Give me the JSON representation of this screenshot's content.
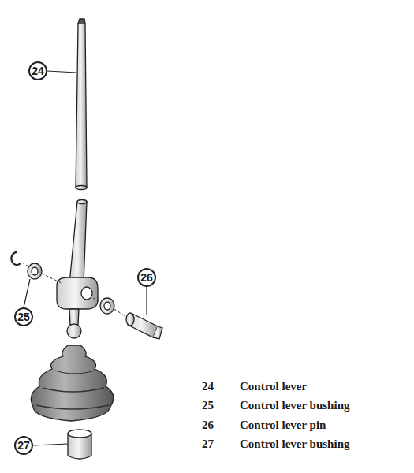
{
  "diagram": {
    "labels": [
      "24",
      "26",
      "25",
      "27",
      "24",
      "Control lever",
      "25",
      "Control lever bushing",
      "26",
      "Control lever pin",
      "27",
      "Control lever bushing"
    ]
  }
}
